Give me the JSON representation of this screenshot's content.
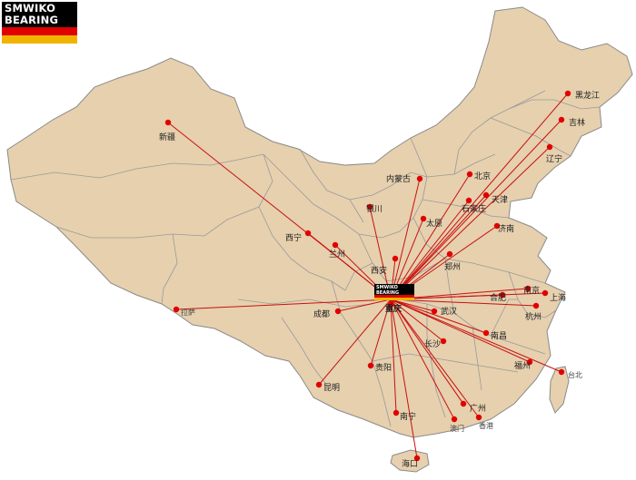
{
  "brand": {
    "line1": "SMWIKO",
    "line2": "BEARING"
  },
  "colors": {
    "land": "#e6d0ae",
    "border": "#8a8a8a",
    "route": "#c81010",
    "dot": "#e00000"
  },
  "hub": {
    "name": "重庆"
  },
  "cities": [
    {
      "id": "xinjiang",
      "name": "新疆",
      "connected": true
    },
    {
      "id": "heilongjiang",
      "name": "黑龙江",
      "connected": true
    },
    {
      "id": "jilin",
      "name": "吉林",
      "connected": true
    },
    {
      "id": "liaoning",
      "name": "辽宁",
      "connected": true
    },
    {
      "id": "neimenggu",
      "name": "内蒙古",
      "connected": true
    },
    {
      "id": "beijing",
      "name": "北京",
      "connected": true
    },
    {
      "id": "tianjin",
      "name": "天津",
      "connected": true
    },
    {
      "id": "shijiazhuang",
      "name": "石家庄",
      "connected": true
    },
    {
      "id": "yinchuan",
      "name": "银川",
      "connected": true
    },
    {
      "id": "taiyuan",
      "name": "太原",
      "connected": true
    },
    {
      "id": "jinan",
      "name": "济南",
      "connected": true
    },
    {
      "id": "xining",
      "name": "西宁",
      "connected": true
    },
    {
      "id": "lanzhou",
      "name": "兰州",
      "connected": true
    },
    {
      "id": "zhengzhou",
      "name": "郑州",
      "connected": true
    },
    {
      "id": "xian",
      "name": "西安",
      "connected": true
    },
    {
      "id": "nanjing",
      "name": "南京",
      "connected": true
    },
    {
      "id": "shanghai",
      "name": "上海",
      "connected": true
    },
    {
      "id": "hefei",
      "name": "合肥",
      "connected": true
    },
    {
      "id": "lasa",
      "name": "拉萨",
      "connected": true
    },
    {
      "id": "chengdu",
      "name": "成都",
      "connected": true
    },
    {
      "id": "wuhan",
      "name": "武汉",
      "connected": true
    },
    {
      "id": "hangzhou",
      "name": "杭州",
      "connected": true
    },
    {
      "id": "nanchang",
      "name": "南昌",
      "connected": true
    },
    {
      "id": "changsha",
      "name": "长沙",
      "connected": true
    },
    {
      "id": "guiyang",
      "name": "贵阳",
      "connected": true
    },
    {
      "id": "fuzhou",
      "name": "福州",
      "connected": true
    },
    {
      "id": "taibei",
      "name": "台北",
      "connected": true
    },
    {
      "id": "kunming",
      "name": "昆明",
      "connected": true
    },
    {
      "id": "guangzhou",
      "name": "广州",
      "connected": true
    },
    {
      "id": "nanning",
      "name": "南宁",
      "connected": true
    },
    {
      "id": "xianggang",
      "name": "香港",
      "connected": true
    },
    {
      "id": "aomen",
      "name": "澳门",
      "connected": true
    },
    {
      "id": "haikou",
      "name": "海口",
      "connected": true
    }
  ]
}
